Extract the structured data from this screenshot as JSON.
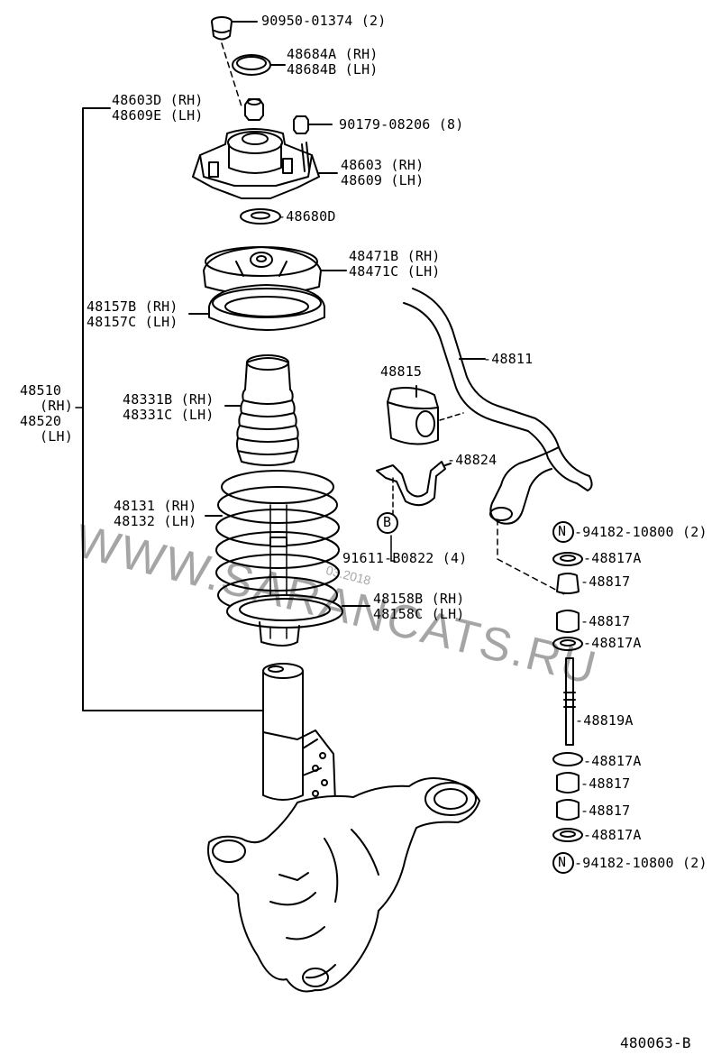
{
  "callouts": {
    "p90950": "90950-01374 (2)",
    "p48684a": "48684A (RH)",
    "p48684b": "48684B (LH)",
    "p48603d": "48603D (RH)",
    "p48609e": "48609E (LH)",
    "p90179": "90179-08206 (8)",
    "p48603": "48603 (RH)",
    "p48609": "48609 (LH)",
    "p48680d": "-48680D",
    "p48471b": "48471B (RH)",
    "p48471c": "48471C (LH)",
    "p48157b": "48157B (RH)",
    "p48157c": "48157C (LH)",
    "p48510": "48510",
    "p48510rh": "(RH)",
    "p48520": "48520",
    "p48520lh": "(LH)",
    "p48811": "-48811",
    "p48815": "48815",
    "p48331b": "48331B (RH)",
    "p48331c": "48331C (LH)",
    "p48824": "-48824",
    "p48131": "48131 (RH)",
    "p48132": "48132 (LH)",
    "circleB": "B",
    "p91611": "91611-B0822 (4)",
    "p94182top": "-94182-10800 (2)",
    "circleNtop": "N",
    "p48817a1": "-48817A",
    "p48817_1": "-48817",
    "p48158b": "48158B (RH)",
    "p48158c": "48158C (LH)",
    "p48817_2": "-48817",
    "p48817a2": "-48817A",
    "p48819a": "-48819A",
    "p48817a3": "-48817A",
    "p48817_3": "-48817",
    "p48817_4": "-48817",
    "p48817a4": "-48817A",
    "circleNbot": "N",
    "p94182bot": "-94182-10800 (2)"
  },
  "diagram_id": "480063-B",
  "watermark": {
    "site": "WWW.SARANCATS.RU",
    "date": "03.2018"
  }
}
